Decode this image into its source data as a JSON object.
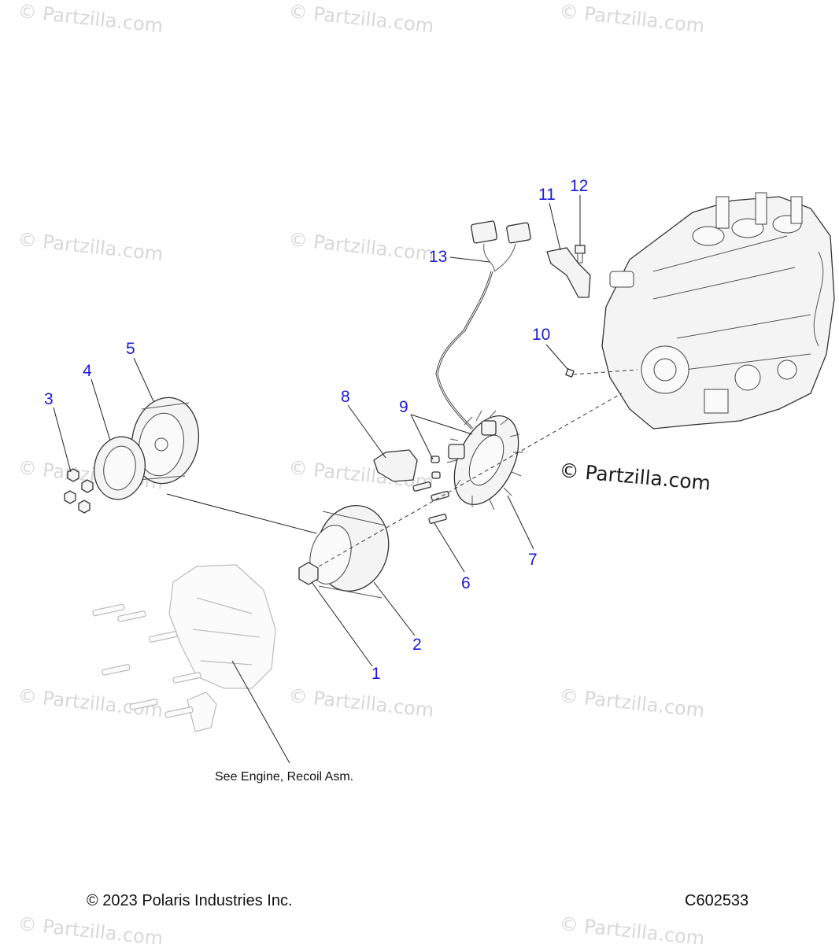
{
  "watermarks": {
    "text": "© Partzilla.com",
    "featured": "© Partzilla.com"
  },
  "callouts": [
    {
      "id": "1",
      "label": "1"
    },
    {
      "id": "2",
      "label": "2"
    },
    {
      "id": "3",
      "label": "3"
    },
    {
      "id": "4",
      "label": "4"
    },
    {
      "id": "5",
      "label": "5"
    },
    {
      "id": "6",
      "label": "6"
    },
    {
      "id": "7",
      "label": "7"
    },
    {
      "id": "8",
      "label": "8"
    },
    {
      "id": "9",
      "label": "9"
    },
    {
      "id": "10",
      "label": "10"
    },
    {
      "id": "11",
      "label": "11"
    },
    {
      "id": "12",
      "label": "12"
    },
    {
      "id": "13",
      "label": "13"
    }
  ],
  "note": "See Engine, Recoil Asm.",
  "footer": {
    "copyright": "© 2023 Polaris Industries Inc.",
    "diagram_code": "C602533"
  },
  "colors": {
    "callout": "#1a1ad6",
    "watermark": "#d8d8d8",
    "line": "#333333"
  }
}
